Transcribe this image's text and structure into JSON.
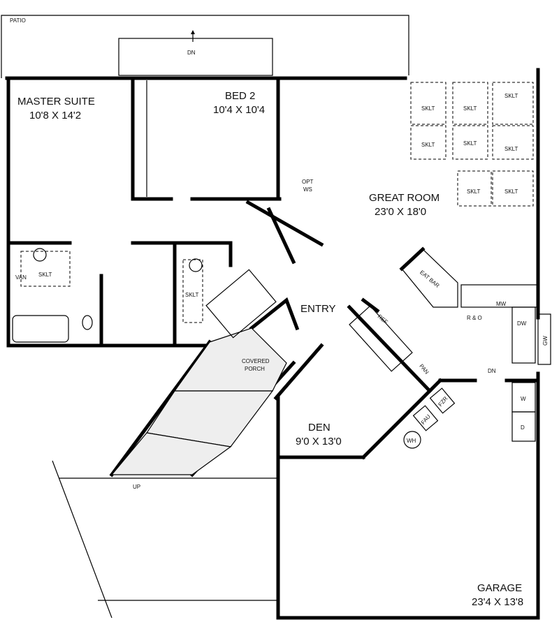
{
  "plan": {
    "patio": "PATIO",
    "patio_dn": "DN",
    "master_suite": {
      "name": "MASTER SUITE",
      "size": "10'8 X 14'2"
    },
    "bed2": {
      "name": "BED 2",
      "size": "10'4 X 10'4"
    },
    "great_room": {
      "name": "GREAT ROOM",
      "size": "23'0 X 18'0"
    },
    "den": {
      "name": "DEN",
      "size": "9'0 X 13'0"
    },
    "garage": {
      "name": "GARAGE",
      "size": "23'4 X 13'8"
    },
    "entry": "ENTRY",
    "covered_porch": {
      "line1": "COVERED",
      "line2": "PORCH"
    },
    "opt_ws": {
      "line1": "OPT",
      "line2": "WS"
    },
    "skylight": "SKLT",
    "van": "VAN",
    "eat_bar": "EAT BAR",
    "ref": "REF",
    "mw": "MW",
    "range_oven": "R & O",
    "dw": "DW",
    "gw": "GW",
    "pan": "PAN",
    "garage_dn": "DN",
    "washer": "W",
    "dryer": "D",
    "wh": "WH",
    "fau": "FAU",
    "fzr": "FZR",
    "up": "UP"
  }
}
